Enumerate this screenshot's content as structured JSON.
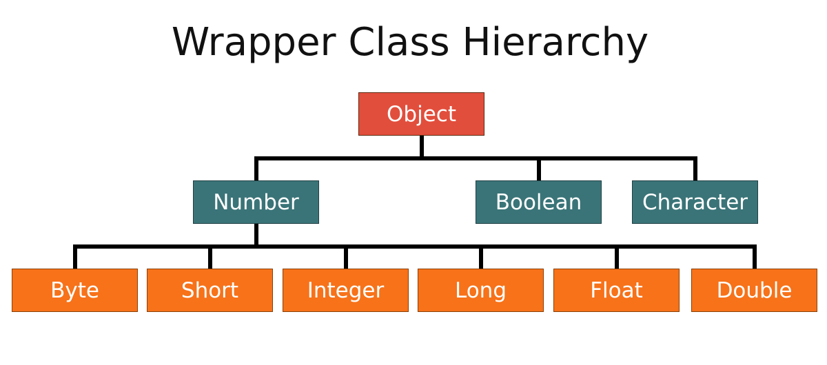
{
  "title": "Wrapper Class Hierarchy",
  "colors": {
    "root": "#e24e3c",
    "mid": "#3a7478",
    "leaf": "#f77219",
    "connector": "#000000"
  },
  "nodes": {
    "root": {
      "label": "Object"
    },
    "mid": [
      {
        "label": "Number"
      },
      {
        "label": "Boolean"
      },
      {
        "label": "Character"
      }
    ],
    "leaves": [
      {
        "label": "Byte"
      },
      {
        "label": "Short"
      },
      {
        "label": "Integer"
      },
      {
        "label": "Long"
      },
      {
        "label": "Float"
      },
      {
        "label": "Double"
      }
    ]
  },
  "edges": [
    [
      "Object",
      "Number"
    ],
    [
      "Object",
      "Boolean"
    ],
    [
      "Object",
      "Character"
    ],
    [
      "Number",
      "Byte"
    ],
    [
      "Number",
      "Short"
    ],
    [
      "Number",
      "Integer"
    ],
    [
      "Number",
      "Long"
    ],
    [
      "Number",
      "Float"
    ],
    [
      "Number",
      "Double"
    ]
  ]
}
